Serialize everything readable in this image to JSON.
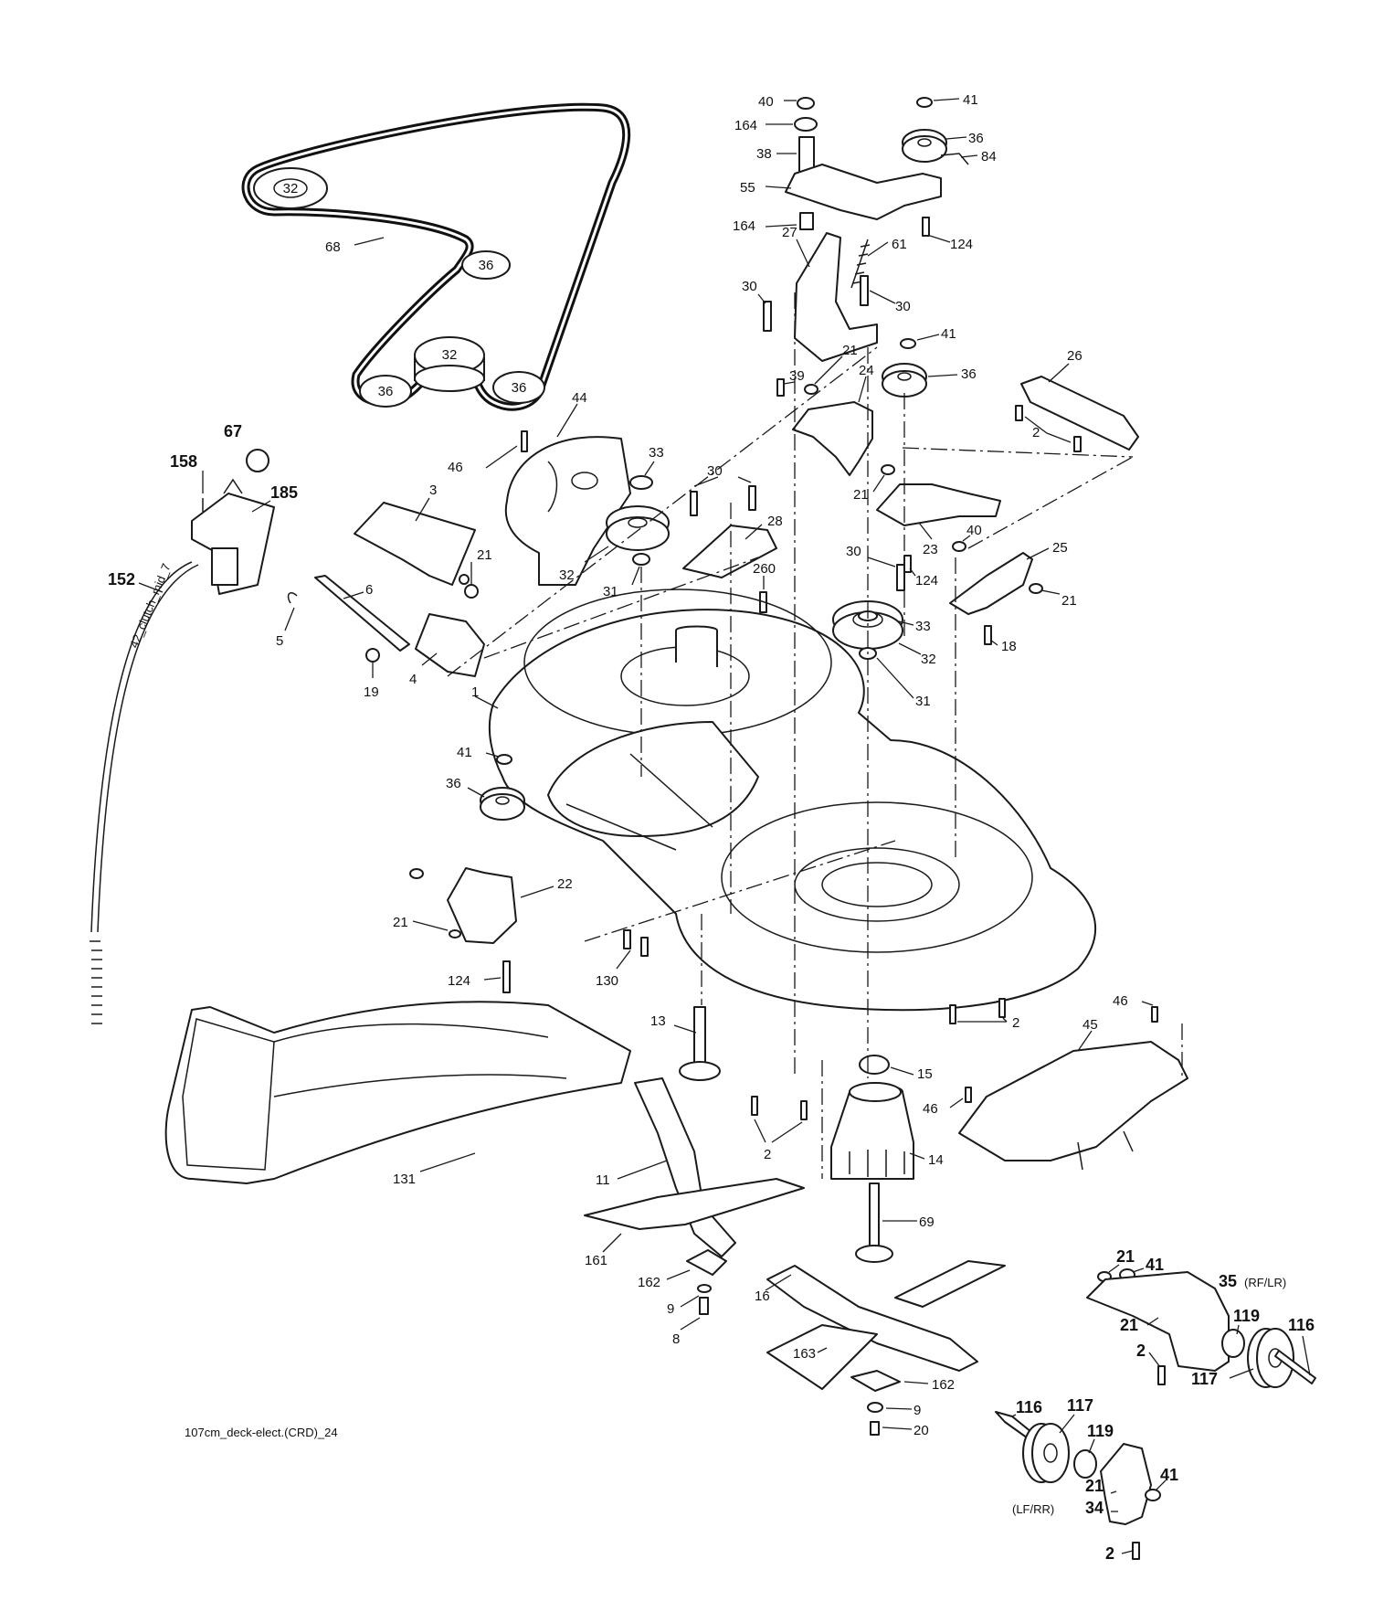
{
  "caption": "107cm_deck-elect.(CRD)_24",
  "cable_text": "42_clutch_mid_7",
  "callouts": {
    "c1": "1",
    "c2": "2",
    "c3": "3",
    "c4": "4",
    "c5": "5",
    "c6": "6",
    "c8": "8",
    "c9": "9",
    "c11": "11",
    "c13": "13",
    "c14": "14",
    "c15": "15",
    "c16": "16",
    "c18": "18",
    "c19": "19",
    "c20": "20",
    "c21": "21",
    "c22": "22",
    "c23": "23",
    "c24": "24",
    "c25": "25",
    "c26": "26",
    "c27": "27",
    "c28": "28",
    "c30": "30",
    "c31": "31",
    "c32": "32",
    "c33": "33",
    "c34": "34",
    "c35": "35",
    "c35_note": "(RF/LR)",
    "c36": "36",
    "c38": "38",
    "c39": "39",
    "c40": "40",
    "c41": "41",
    "c44": "44",
    "c45": "45",
    "c46": "46",
    "c55": "55",
    "c61": "61",
    "c67": "67",
    "c68": "68",
    "c69": "69",
    "c84": "84",
    "c116": "116",
    "c117": "117",
    "c119": "119",
    "c124": "124",
    "c130": "130",
    "c131": "131",
    "c152": "152",
    "c158": "158",
    "c161": "161",
    "c162": "162",
    "c163": "163",
    "c164": "164",
    "c185": "185",
    "c260": "260",
    "c34_note": "(LF/RR)"
  },
  "belt_pulleys": {
    "p32": "32",
    "p36": "36"
  }
}
